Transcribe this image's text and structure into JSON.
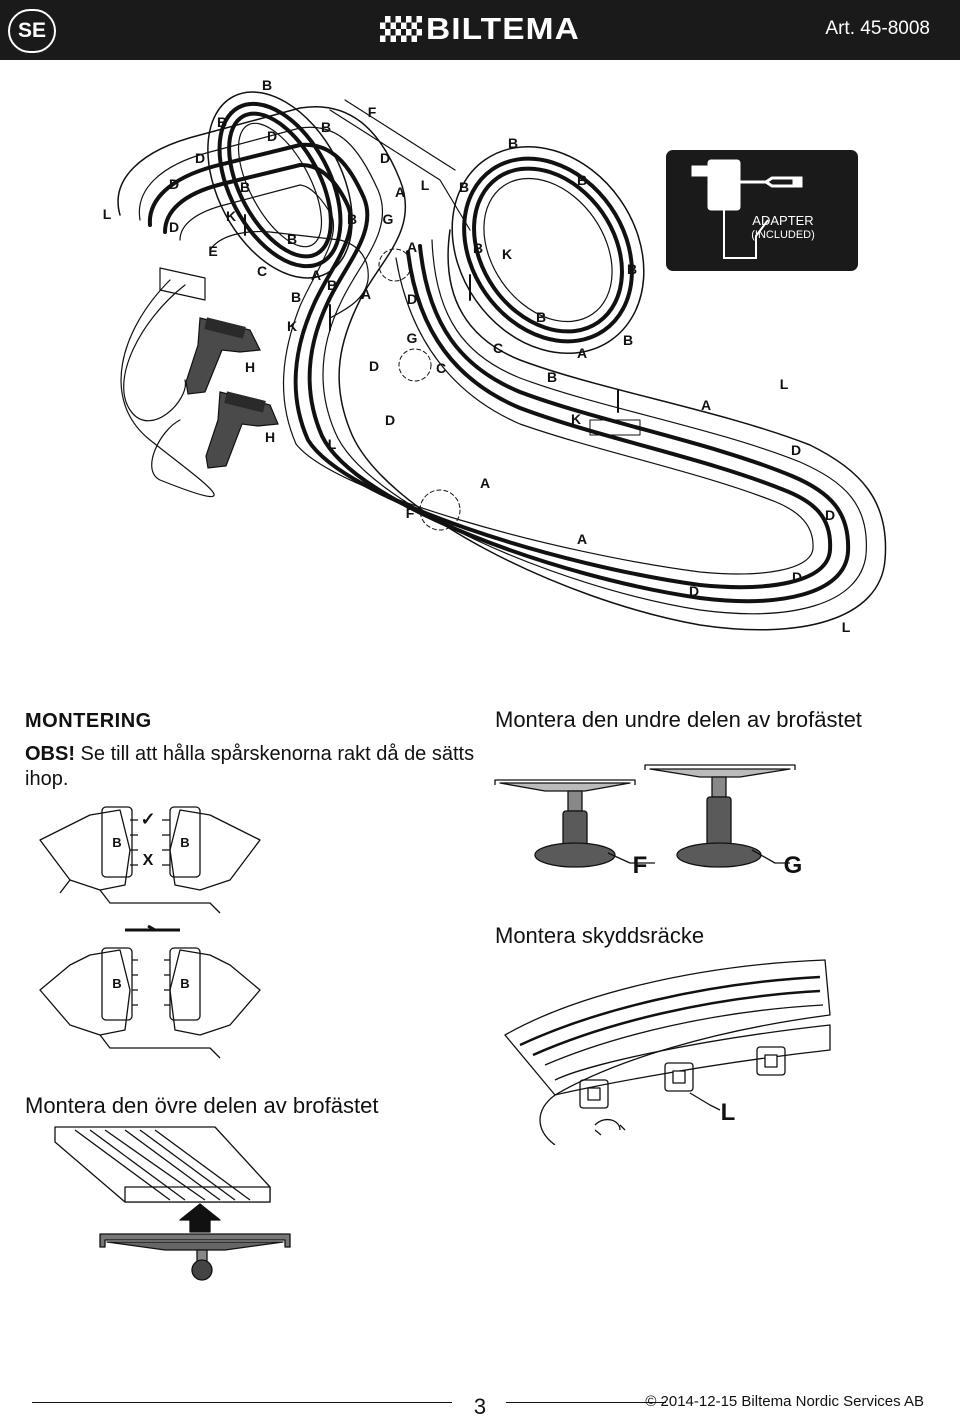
{
  "header": {
    "lang_badge": "SE",
    "brand": "BILTEMA",
    "article_no": "Art. 45-8008"
  },
  "adapter": {
    "label": "ADAPTER",
    "sublabel": "(INCLUDED)",
    "icon": "power-adapter-icon"
  },
  "track_labels": [
    "A",
    "B",
    "C",
    "D",
    "E",
    "F",
    "G",
    "H",
    "K",
    "L"
  ],
  "assembly": {
    "title": "MONTERING",
    "note_prefix": "OBS!",
    "note_text": " Se till att hålla spårskenorna rakt då de sätts ihop.",
    "fig_correct_mark": "✓",
    "fig_wrong_mark": "X",
    "piece_label": "B"
  },
  "lower_bridge": {
    "heading": "Montera den undre delen av brofästet",
    "part_f": "F",
    "part_g": "G"
  },
  "guardrail": {
    "heading": "Montera skyddsräcke",
    "part_l": "L"
  },
  "upper_bridge": {
    "heading": "Montera den övre delen av brofästet"
  },
  "footer": {
    "page": "3",
    "copyright": "© 2014-12-15 Biltema Nordic Services AB"
  },
  "colors": {
    "header_bg": "#1a1a1a",
    "stand_fill": "#5a5a5a",
    "line": "#111111"
  }
}
